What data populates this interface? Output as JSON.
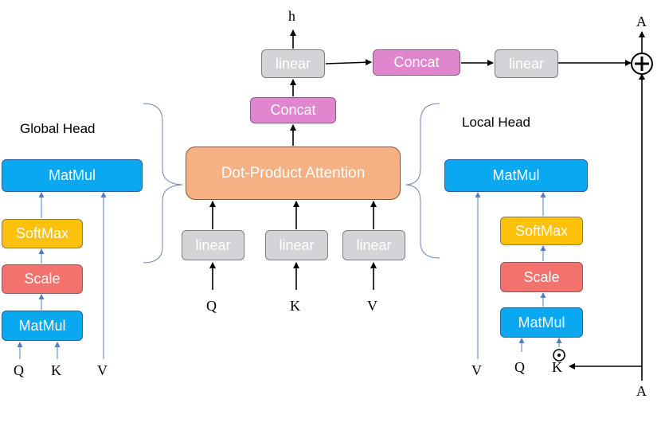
{
  "diagram": {
    "headings": {
      "global": "Global Head",
      "local": "Local Head"
    },
    "global_head": {
      "matmul_top": "MatMul",
      "softmax": "SoftMax",
      "scale": "Scale",
      "matmul_bottom": "MatMul",
      "inputs": [
        "Q",
        "K",
        "V"
      ]
    },
    "center": {
      "attention": "Dot-Product Attention",
      "concat": "Concat",
      "linear_top": "linear",
      "linears": [
        "linear",
        "linear",
        "linear"
      ],
      "inputs": [
        "Q",
        "K",
        "V"
      ],
      "output": "h"
    },
    "top_row": {
      "concat": "Concat",
      "linear": "linear"
    },
    "local_head": {
      "matmul_top": "MatMul",
      "softmax": "SoftMax",
      "scale": "Scale",
      "matmul_bottom": "MatMul",
      "inputs": [
        "V",
        "Q",
        "K"
      ]
    },
    "residual": {
      "top": "A",
      "bottom": "A"
    },
    "operators": {
      "hadamard": "⊙",
      "add": "⊕"
    }
  }
}
